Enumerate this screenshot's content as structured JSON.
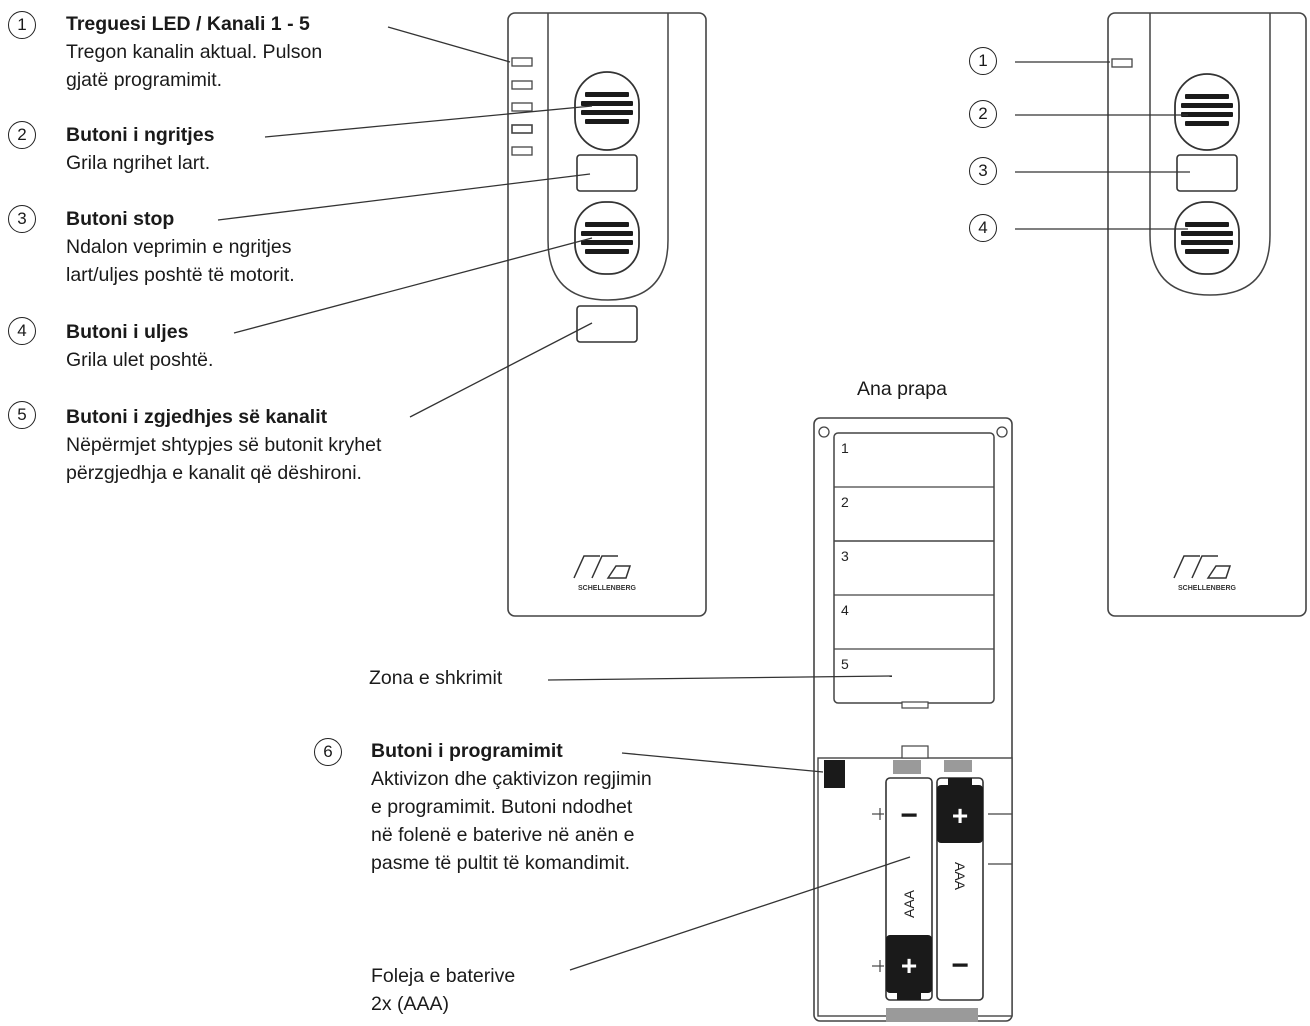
{
  "callouts": [
    {
      "number": "1",
      "title": "Treguesi LED / Kanali 1 - 5",
      "lines": [
        "Tregon kanalin aktual. Pulson",
        "gjatë programimit."
      ]
    },
    {
      "number": "2",
      "title": "Butoni i ngritjes",
      "lines": [
        "Grila ngrihet lart."
      ]
    },
    {
      "number": "3",
      "title": "Butoni stop",
      "lines": [
        "Ndalon veprimin e ngritjes",
        "lart/uljes poshtë të motorit."
      ]
    },
    {
      "number": "4",
      "title": "Butoni i uljes",
      "lines": [
        "Grila ulet poshtë."
      ]
    },
    {
      "number": "5",
      "title": "Butoni i zgjedhjes së kanalit",
      "lines": [
        "Nëpërmjet shtypjes së butonit kryhet",
        "përzgjedhja e kanalit që dëshironi."
      ]
    },
    {
      "number": "6",
      "title": "Butoni i programimit",
      "lines": [
        "Aktivizon dhe çaktivizon regjimin",
        "e programimit. Butoni ndodhet",
        "në folenë e baterive në anën e",
        "pasme të pultit të komandimit."
      ]
    }
  ],
  "right_remote_numbers": [
    "1",
    "2",
    "3",
    "4"
  ],
  "back_title": "Ana prapa",
  "writing_zone_label": "Zona e shkrimit",
  "channel_slots": [
    "1",
    "2",
    "3",
    "4",
    "5"
  ],
  "battery": {
    "line1": "Foleja e baterive",
    "line2": "2x (AAA)",
    "type": "AAA",
    "plus": "+",
    "minus": "−"
  },
  "brand_logo": "SCHELLENBERG"
}
